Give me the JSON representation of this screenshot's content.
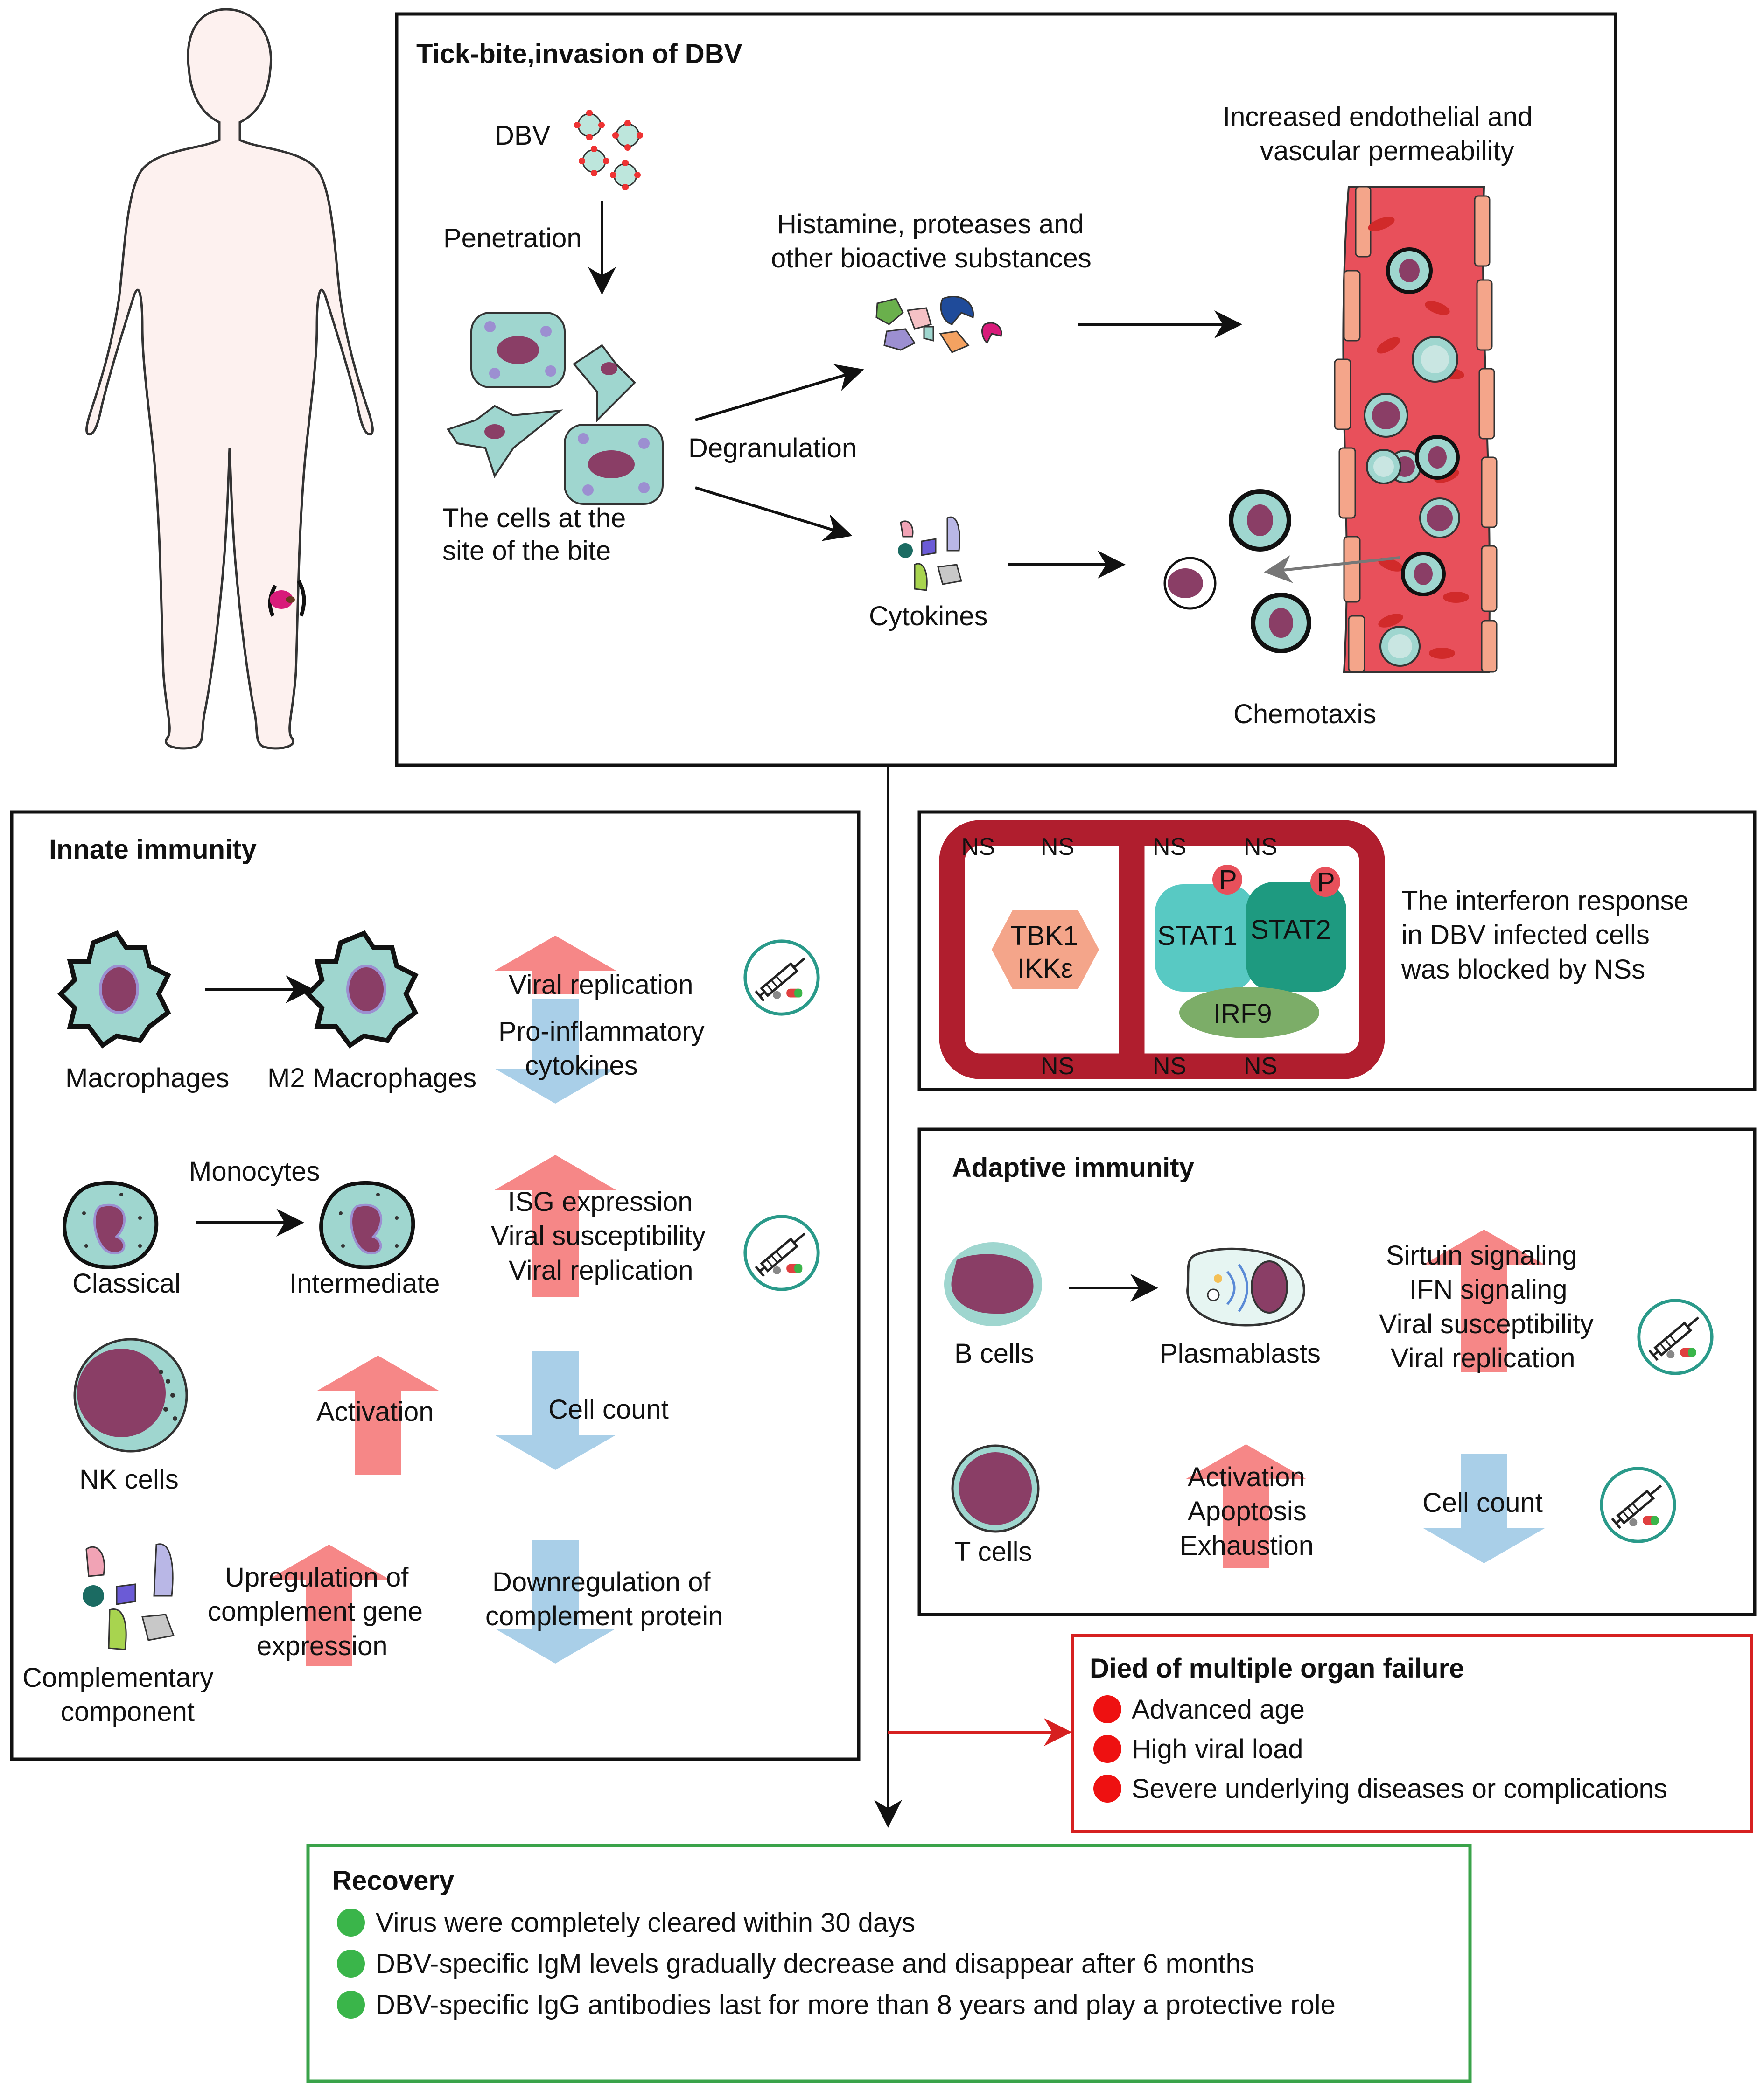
{
  "colors": {
    "box_border": "#111111",
    "death_border": "#d62020",
    "recovery_border": "#3aa34a",
    "up_arrow": "#f57a7a",
    "down_arrow": "#a9cfe8",
    "cell_body": "#9fd6cf",
    "nucleus": "#8a3e66",
    "vessel": "#e8505b",
    "ns_ring": "#b01e2e",
    "red_bullet": "#ee1111",
    "green_bullet": "#3ab54a"
  },
  "top": {
    "title": "Tick-bite,invasion of DBV",
    "dbv": "DBV",
    "penetration": "Penetration",
    "cells_site": [
      "The cells at the",
      "site of the bite"
    ],
    "degranulation": "Degranulation",
    "histamine": [
      "Histamine, proteases and",
      "other bioactive substances"
    ],
    "cytokines": "Cytokines",
    "permeability": [
      "Increased endothelial and",
      "vascular permeability"
    ],
    "chemotaxis": "Chemotaxis"
  },
  "innate": {
    "title": "Innate immunity",
    "macrophages": "Macrophages",
    "m2": "M2 Macrophages",
    "monocytes": "Monocytes",
    "classical": "Classical",
    "intermediate": "Intermediate",
    "nk": "NK cells",
    "complement": [
      "Complementary",
      "component"
    ],
    "activation": "Activation",
    "upregulation": [
      "Upregulation of",
      "complement gene",
      "expression"
    ],
    "viral_replication": "Viral replication",
    "proinflammatory": [
      "Pro-inflammatory",
      "cytokines"
    ],
    "isg": [
      "ISG expression",
      "Viral susceptibility",
      "Viral replication"
    ],
    "cell_count": "Cell count",
    "downregulation": [
      "Downregulation of",
      "complement protein"
    ]
  },
  "interferon": {
    "ns": "NS",
    "tbk1": "TBK1",
    "ikk": "IKKε",
    "stat1": "STAT1",
    "stat2": "STAT2",
    "irf9": "IRF9",
    "p": "P",
    "caption": [
      "The interferon response",
      "in DBV infected cells",
      "was blocked by NSs"
    ]
  },
  "adaptive": {
    "title": "Adaptive immunity",
    "b_cells": "B cells",
    "plasmablasts": "Plasmablasts",
    "b_effects": [
      "Sirtuin  signaling",
      "IFN signaling",
      "Viral susceptibility",
      "Viral replication"
    ],
    "t_cells": "T cells",
    "t_effects": [
      "Activation",
      "Apoptosis",
      "Exhaustion"
    ],
    "cell_count": "Cell count"
  },
  "death": {
    "title": "Died of multiple organ failure",
    "items": [
      "Advanced age",
      "High viral load",
      "Severe underlying diseases or complications"
    ]
  },
  "recovery": {
    "title": "Recovery",
    "items": [
      "Virus were completely cleared within 30 days",
      "DBV-specific IgM levels gradually decrease and disappear after 6 months",
      "DBV-specific IgG antibodies last for more than 8 years and play a protective role"
    ]
  }
}
